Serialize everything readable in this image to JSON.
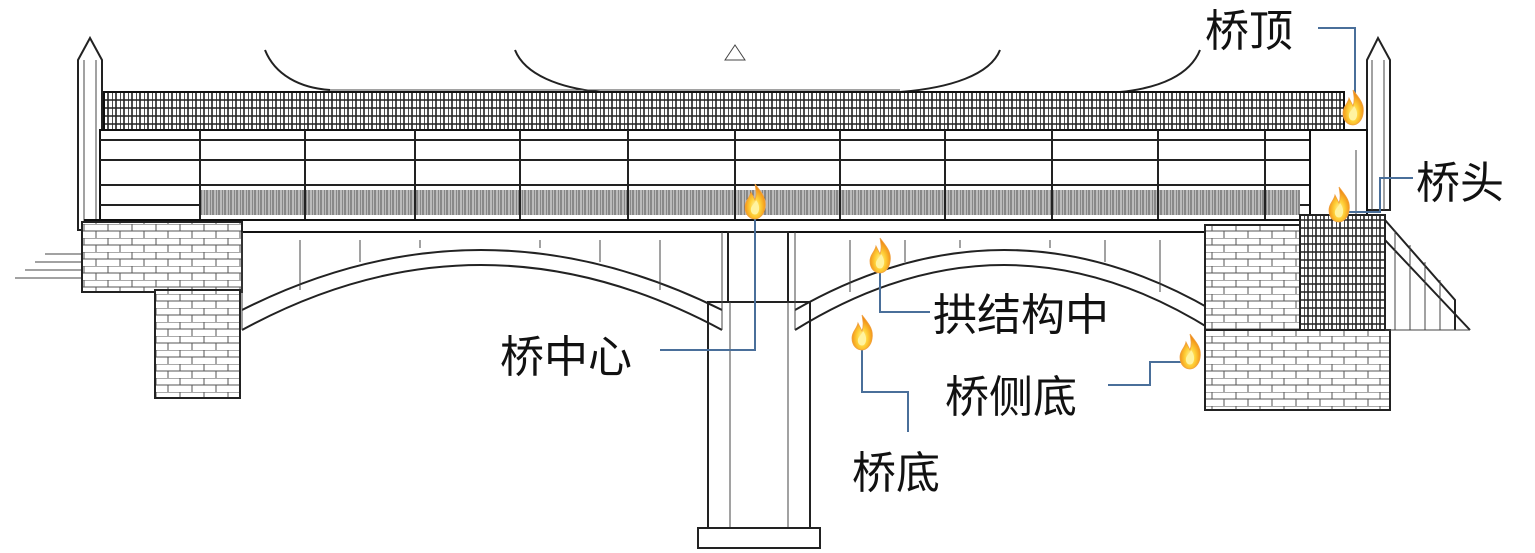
{
  "title": "Bridge fire location diagram",
  "labels": {
    "bridge_top": "桥顶",
    "bridge_head": "桥头",
    "arch_middle": "拱结构中",
    "bridge_center": "桥中心",
    "bridge_side_bottom": "桥侧底",
    "bridge_bottom": "桥底"
  },
  "icons": {
    "fire": "fire-icon"
  },
  "colors": {
    "leader": "#4a6f9a",
    "flame_outer": "#f7a21b",
    "flame_inner": "#ffe36b",
    "line": "#222222"
  }
}
